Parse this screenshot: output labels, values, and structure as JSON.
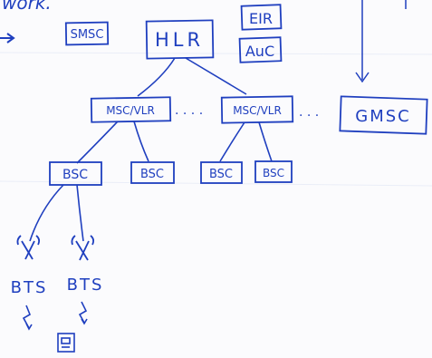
{
  "colors": {
    "ink": "#1f3fbf",
    "paper": "#fbfbfd",
    "faint": "#c9d2ee"
  },
  "top_fragment": {
    "text": "work."
  },
  "nodes": {
    "smsc": "SMSC",
    "hlr": "HLR",
    "eir": "EIR",
    "auc": "AuC",
    "msc_vlr_left": "MSC/VLR",
    "msc_vlr_right": "MSC/VLR",
    "gmsc": "GMSC",
    "bsc_1": "BSC",
    "bsc_2": "BSC",
    "bsc_3": "BSC",
    "bsc_4": "BSC",
    "bts_1": "BTS",
    "bts_2": "BTS"
  },
  "connectors": {
    "ellipsis_left": "· · · ·",
    "ellipsis_right": "· · ·"
  },
  "icons": {
    "mobile_station": "mobile-phone-icon",
    "radio_link": "lightning-icon",
    "antenna": "antenna-icon"
  }
}
